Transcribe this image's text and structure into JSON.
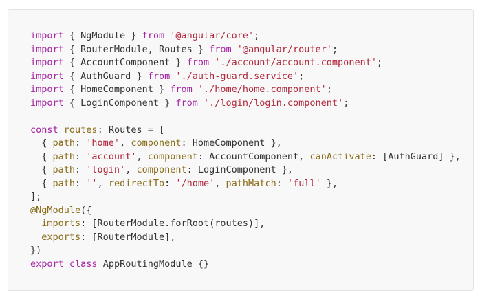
{
  "code": {
    "language": "typescript",
    "colors": {
      "keyword": "#a626a4",
      "string": "#b0283b",
      "property": "#8a6d1a",
      "plain": "#333333",
      "background": "#f8f8f8",
      "border": "#e2e2e2"
    },
    "lines": [
      [
        {
          "t": "keyword",
          "v": "import"
        },
        {
          "t": "plain",
          "v": " { NgModule } "
        },
        {
          "t": "keyword",
          "v": "from"
        },
        {
          "t": "plain",
          "v": " "
        },
        {
          "t": "string",
          "v": "'@angular/core'"
        },
        {
          "t": "plain",
          "v": ";"
        }
      ],
      [
        {
          "t": "keyword",
          "v": "import"
        },
        {
          "t": "plain",
          "v": " { RouterModule, Routes } "
        },
        {
          "t": "keyword",
          "v": "from"
        },
        {
          "t": "plain",
          "v": " "
        },
        {
          "t": "string",
          "v": "'@angular/router'"
        },
        {
          "t": "plain",
          "v": ";"
        }
      ],
      [
        {
          "t": "keyword",
          "v": "import"
        },
        {
          "t": "plain",
          "v": " { AccountComponent } "
        },
        {
          "t": "keyword",
          "v": "from"
        },
        {
          "t": "plain",
          "v": " "
        },
        {
          "t": "string",
          "v": "'./account/account.component'"
        },
        {
          "t": "plain",
          "v": ";"
        }
      ],
      [
        {
          "t": "keyword",
          "v": "import"
        },
        {
          "t": "plain",
          "v": " { AuthGuard } "
        },
        {
          "t": "keyword",
          "v": "from"
        },
        {
          "t": "plain",
          "v": " "
        },
        {
          "t": "string",
          "v": "'./auth-guard.service'"
        },
        {
          "t": "plain",
          "v": ";"
        }
      ],
      [
        {
          "t": "keyword",
          "v": "import"
        },
        {
          "t": "plain",
          "v": " { HomeComponent } "
        },
        {
          "t": "keyword",
          "v": "from"
        },
        {
          "t": "plain",
          "v": " "
        },
        {
          "t": "string",
          "v": "'./home/home.component'"
        },
        {
          "t": "plain",
          "v": ";"
        }
      ],
      [
        {
          "t": "keyword",
          "v": "import"
        },
        {
          "t": "plain",
          "v": " { LoginComponent } "
        },
        {
          "t": "keyword",
          "v": "from"
        },
        {
          "t": "plain",
          "v": " "
        },
        {
          "t": "string",
          "v": "'./login/login.component'"
        },
        {
          "t": "plain",
          "v": ";"
        }
      ],
      [],
      [
        {
          "t": "keyword",
          "v": "const"
        },
        {
          "t": "plain",
          "v": " "
        },
        {
          "t": "prop",
          "v": "routes"
        },
        {
          "t": "plain",
          "v": ": Routes = ["
        }
      ],
      [
        {
          "t": "plain",
          "v": "  { "
        },
        {
          "t": "prop",
          "v": "path"
        },
        {
          "t": "plain",
          "v": ": "
        },
        {
          "t": "string",
          "v": "'home'"
        },
        {
          "t": "plain",
          "v": ", "
        },
        {
          "t": "prop",
          "v": "component"
        },
        {
          "t": "plain",
          "v": ": HomeComponent },"
        }
      ],
      [
        {
          "t": "plain",
          "v": "  { "
        },
        {
          "t": "prop",
          "v": "path"
        },
        {
          "t": "plain",
          "v": ": "
        },
        {
          "t": "string",
          "v": "'account'"
        },
        {
          "t": "plain",
          "v": ", "
        },
        {
          "t": "prop",
          "v": "component"
        },
        {
          "t": "plain",
          "v": ": AccountComponent, "
        },
        {
          "t": "prop",
          "v": "canActivate"
        },
        {
          "t": "plain",
          "v": ": [AuthGuard] },"
        }
      ],
      [
        {
          "t": "plain",
          "v": "  { "
        },
        {
          "t": "prop",
          "v": "path"
        },
        {
          "t": "plain",
          "v": ": "
        },
        {
          "t": "string",
          "v": "'login'"
        },
        {
          "t": "plain",
          "v": ", "
        },
        {
          "t": "prop",
          "v": "component"
        },
        {
          "t": "plain",
          "v": ": LoginComponent },"
        }
      ],
      [
        {
          "t": "plain",
          "v": "  { "
        },
        {
          "t": "prop",
          "v": "path"
        },
        {
          "t": "plain",
          "v": ": "
        },
        {
          "t": "string",
          "v": "''"
        },
        {
          "t": "plain",
          "v": ", "
        },
        {
          "t": "prop",
          "v": "redirectTo"
        },
        {
          "t": "plain",
          "v": ": "
        },
        {
          "t": "string",
          "v": "'/home'"
        },
        {
          "t": "plain",
          "v": ", "
        },
        {
          "t": "prop",
          "v": "pathMatch"
        },
        {
          "t": "plain",
          "v": ": "
        },
        {
          "t": "string",
          "v": "'full'"
        },
        {
          "t": "plain",
          "v": " },"
        }
      ],
      [
        {
          "t": "plain",
          "v": "];"
        }
      ],
      [
        {
          "t": "prop",
          "v": "@NgModule"
        },
        {
          "t": "plain",
          "v": "({"
        }
      ],
      [
        {
          "t": "plain",
          "v": "  "
        },
        {
          "t": "prop",
          "v": "imports"
        },
        {
          "t": "plain",
          "v": ": [RouterModule.forRoot(routes)],"
        }
      ],
      [
        {
          "t": "plain",
          "v": "  "
        },
        {
          "t": "prop",
          "v": "exports"
        },
        {
          "t": "plain",
          "v": ": [RouterModule],"
        }
      ],
      [
        {
          "t": "plain",
          "v": "})"
        }
      ],
      [
        {
          "t": "keyword",
          "v": "export"
        },
        {
          "t": "plain",
          "v": " "
        },
        {
          "t": "keyword",
          "v": "class"
        },
        {
          "t": "plain",
          "v": " AppRoutingModule {}"
        }
      ]
    ]
  }
}
